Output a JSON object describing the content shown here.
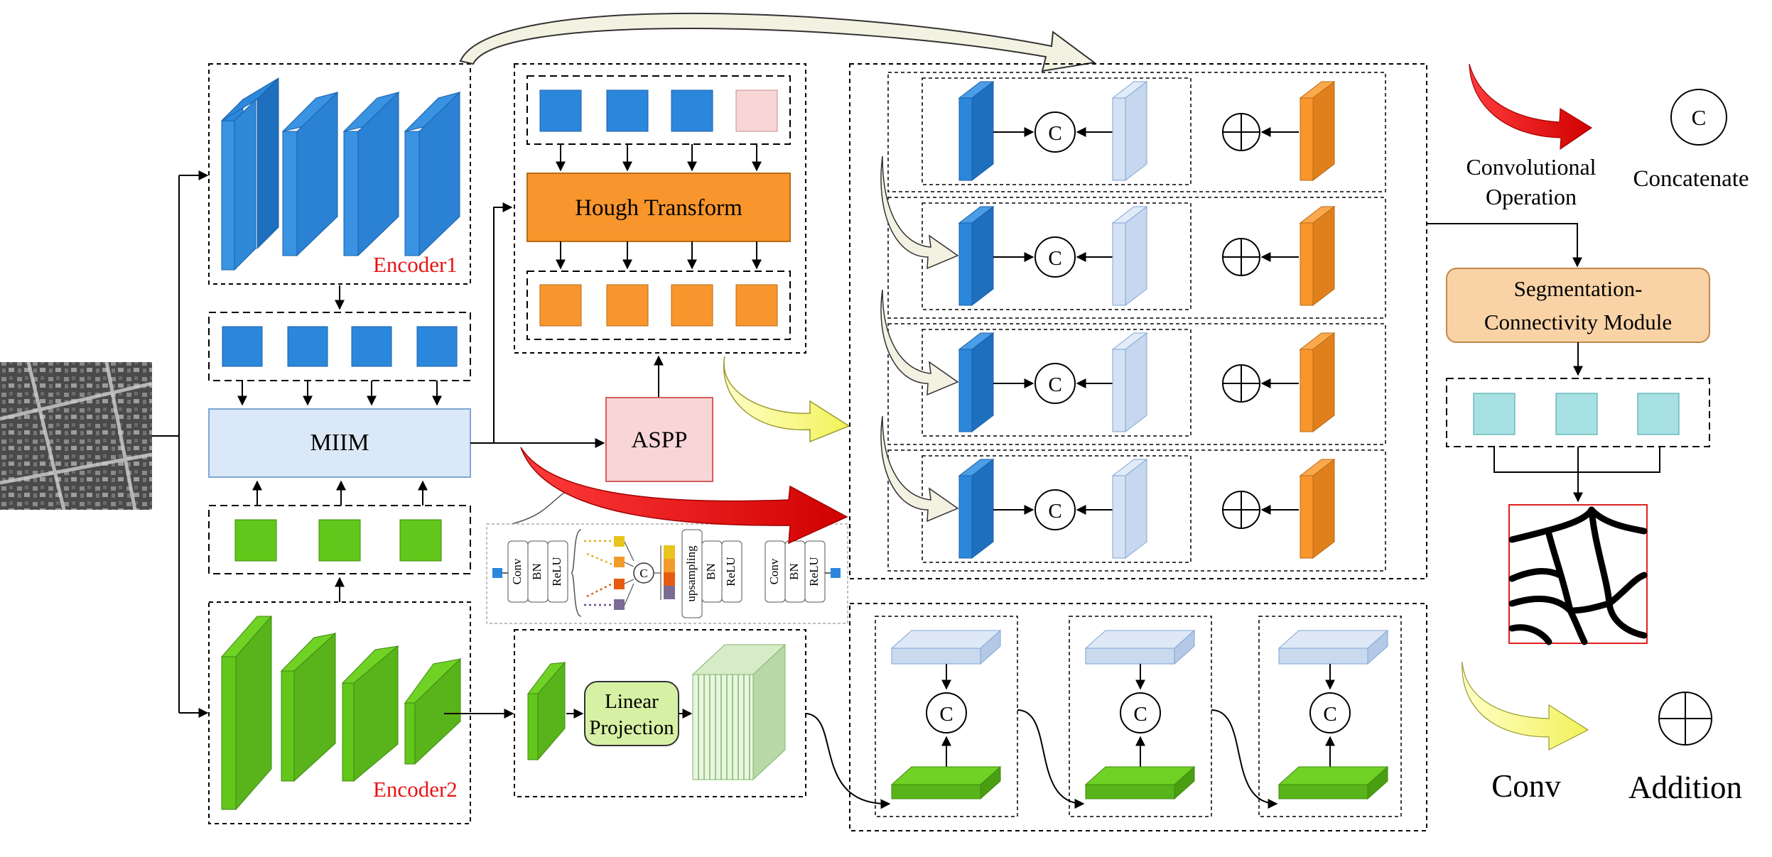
{
  "labels": {
    "encoder1": "Encoder1",
    "encoder2": "Encoder2",
    "miim": "MIIM",
    "hough": "Hough Transform",
    "aspp": "ASPP",
    "linear_projection_line1": "Linear",
    "linear_projection_line2": "Projection",
    "segmentation_line1": "Segmentation-",
    "segmentation_line2": "Connectivity Module",
    "concat_symbol": "C"
  },
  "aspp_detail": {
    "conv": "Conv",
    "bn": "BN",
    "relu": "ReLU",
    "upsampling": "upsampling",
    "concat": "C"
  },
  "legend": {
    "conv_op_line1": "Convolutional",
    "conv_op_line2": "Operation",
    "concatenate": "Concatenate",
    "conv": "Conv",
    "addition": "Addition",
    "concat_symbol": "C"
  },
  "colors": {
    "encoder1_blue": "#2b87dc",
    "encoder2_green": "#58b41a",
    "hough_orange": "#f8962d",
    "miim_fill": "#dbe8f7",
    "aspp_fill": "#f8d5d6",
    "light_blue_block": "#c9d9ee",
    "seg_module_fill": "#f9d3a6",
    "teal_square": "#a8e1e3",
    "red_arrow": "#e8080f",
    "yellow_arrow": "#fbfb8f",
    "grey_arrow": "#f3f2e2"
  }
}
